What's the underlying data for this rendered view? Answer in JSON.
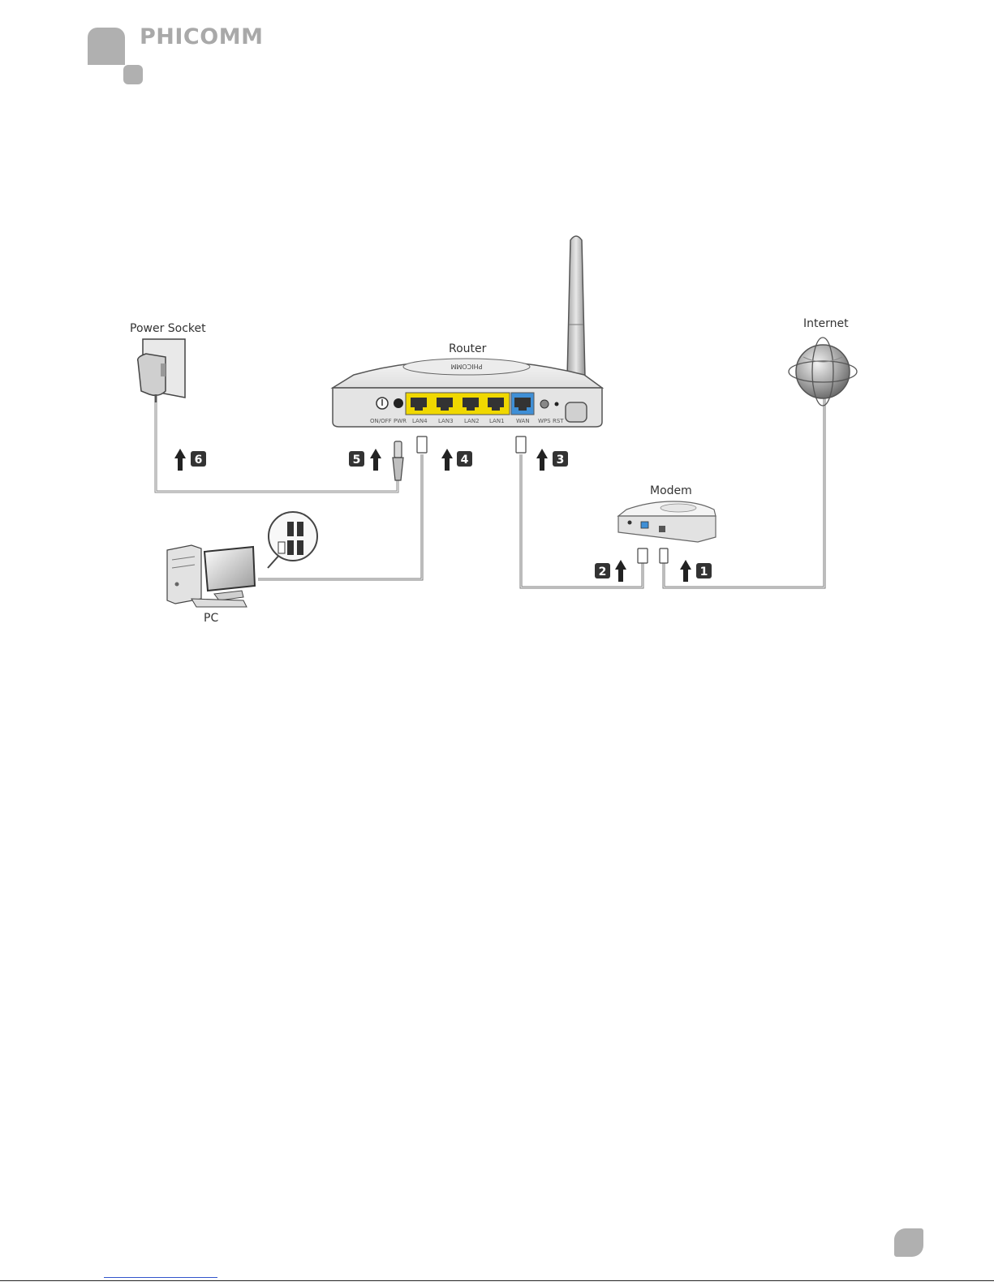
{
  "brand": {
    "name": "PHICOMM",
    "logo_color": "#b0b0b0"
  },
  "labels": {
    "power_socket": "Power Socket",
    "router": "Router",
    "internet": "Internet",
    "modem": "Modem",
    "pc": "PC"
  },
  "router_ports": [
    "ON/OFF",
    "PWR",
    "LAN4",
    "LAN3",
    "LAN2",
    "LAN1",
    "WAN",
    "WPS",
    "RST"
  ],
  "router_brand": "PHICOMM",
  "steps": [
    "1",
    "2",
    "3",
    "4",
    "5",
    "6"
  ],
  "colors": {
    "lan_port": "#f0d800",
    "wan_port": "#3f8fd6",
    "badge": "#333333",
    "cable": "#888888"
  }
}
